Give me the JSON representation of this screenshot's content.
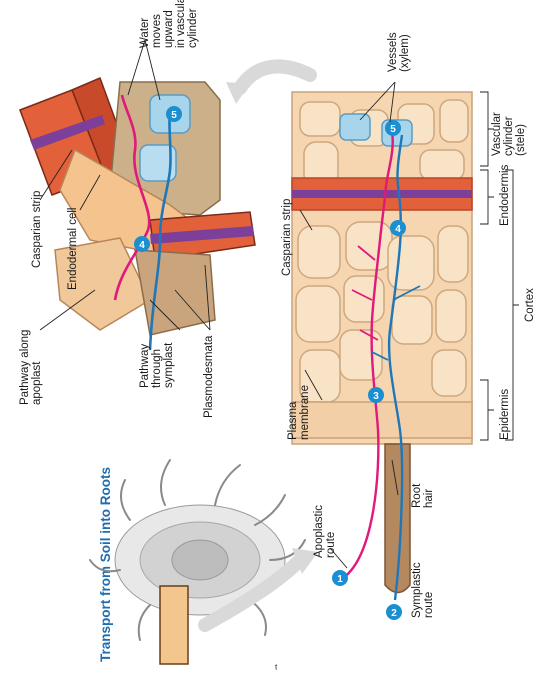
{
  "title": "Transport from Soil into Roots",
  "labels": {
    "water_moves": [
      "Water",
      "moves",
      "upward",
      "in vascular",
      "cylinder"
    ],
    "casparian_top": "Casparian strip",
    "endodermal_cell": "Endodermal cell",
    "pathway_apoplast": [
      "Pathway along",
      "apoplast"
    ],
    "pathway_symplast": [
      "Pathway",
      "through",
      "symplast"
    ],
    "plasmodesmata": "Plasmodesmata",
    "vessels": [
      "Vessels",
      "(xylem)"
    ],
    "casparian_bottom": "Casparian strip",
    "plasma_membrane": [
      "Plasma",
      "membrane"
    ],
    "apoplastic_route": [
      "Apoplastic",
      "route"
    ],
    "symplastic_route": [
      "Symplastic",
      "route"
    ],
    "root_hair": [
      "Root",
      "hair"
    ],
    "epidermis": "Epidermis",
    "endodermis": "Endodermis",
    "vascular_cylinder": [
      "Vascular",
      "cylinder",
      "(stele)"
    ],
    "cortex": "Cortex"
  },
  "badges": [
    "1",
    "2",
    "3",
    "4",
    "5"
  ],
  "colors": {
    "apoplast": "#e0197a",
    "symplast": "#1f77b8",
    "badge": "#1b8fd0",
    "title": "#1f6db0",
    "cell_fill": "#f7dcb8",
    "cell_wall": "#c9a27a",
    "endodermis": "#e2603a",
    "casparian": "#7c3f9a",
    "xylem": "#a9d5ec"
  }
}
